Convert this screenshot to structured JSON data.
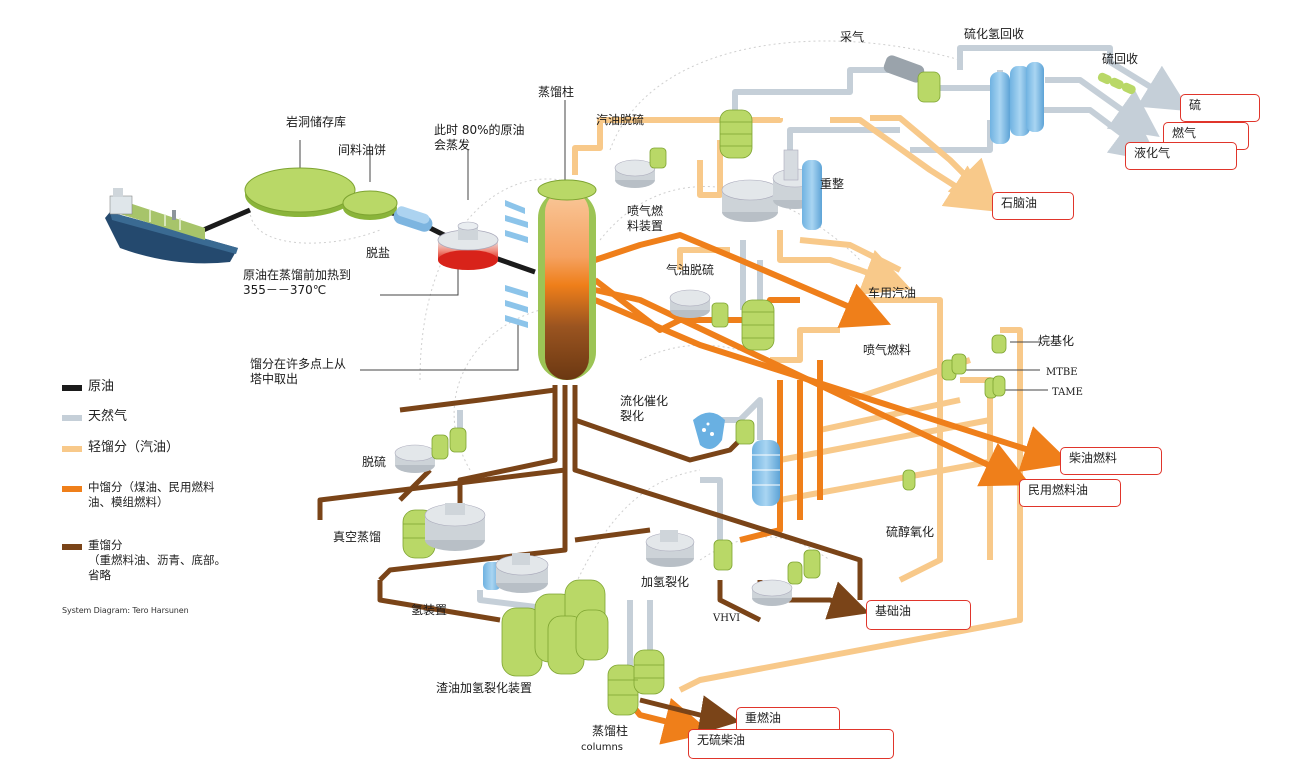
{
  "colors": {
    "crude": "#1b1b1b",
    "gas": "#c5cfd8",
    "light": "#f8c98a",
    "middle": "#ef7f1a",
    "heavy": "#7a4418",
    "unit_green": "#b9d867",
    "unit_green_dark": "#6f9a2a",
    "unit_grey": "#d6dbe0",
    "unit_blue": "#8cc4ea",
    "product_box_border": "#e0352b"
  },
  "labels": {
    "rock_storage": "岩洞储存库",
    "feed_cake": "间料油饼",
    "desalting": "脱盐",
    "evap_note": "此时 80%的原油\n会蒸发",
    "preheat_note": "原油在蒸馏前加热到\n355－－370℃",
    "distill_column": "蒸馏柱",
    "fraction_note": "馏分在许多点上从\n塔中取出",
    "gas_recovery": "采气",
    "h2s_recovery": "硫化氢回收",
    "sulfur_recovery": "硫回收",
    "gasoline_desulf_top": "汽油脱硫",
    "reforming": "重整",
    "jet_fuel_unit": "喷气燃\n料装置",
    "gas_oil_desulf": "气油脱硫",
    "motor_gasoline": "车用汽油",
    "jet_fuel": "喷气燃料",
    "alkylation": "烷基化",
    "mtbe": "MTBE",
    "tame": "TAME",
    "fcc": "流化催化\n裂化",
    "mercaptan_ox": "硫醇氧化",
    "desulf_left": "脱硫",
    "vacuum_distill": "真空蒸馏",
    "hydrocracking": "加氢裂化",
    "vhvi": "VHVI",
    "hydrogen_unit": "氢装置",
    "residue_hydrocracking": "渣油加氢裂化装置",
    "column_bottom": "蒸馏柱",
    "columns_en": "columns"
  },
  "products": {
    "sulfur": "硫",
    "fuel_gas": "燃气",
    "lpg": "液化气",
    "naphtha": "石脑油",
    "diesel": "柴油燃料",
    "domestic_fuel": "民用燃料油",
    "base_oil": "基础油",
    "heavy_fuel": "重燃油",
    "sulfur_free_diesel": "无硫柴油"
  },
  "legend": [
    {
      "key": "crude",
      "text": "原油"
    },
    {
      "key": "gas",
      "text": "天然气"
    },
    {
      "key": "light",
      "text": "轻馏分（汽油）"
    },
    {
      "key": "middle",
      "text": "中馏分（煤油、民用燃料\n油、模组燃料）"
    },
    {
      "key": "heavy",
      "text": "重馏分\n（重燃料油、沥青、底部。\n省略"
    }
  ],
  "credit": "System Diagram: Tero Harsunen"
}
